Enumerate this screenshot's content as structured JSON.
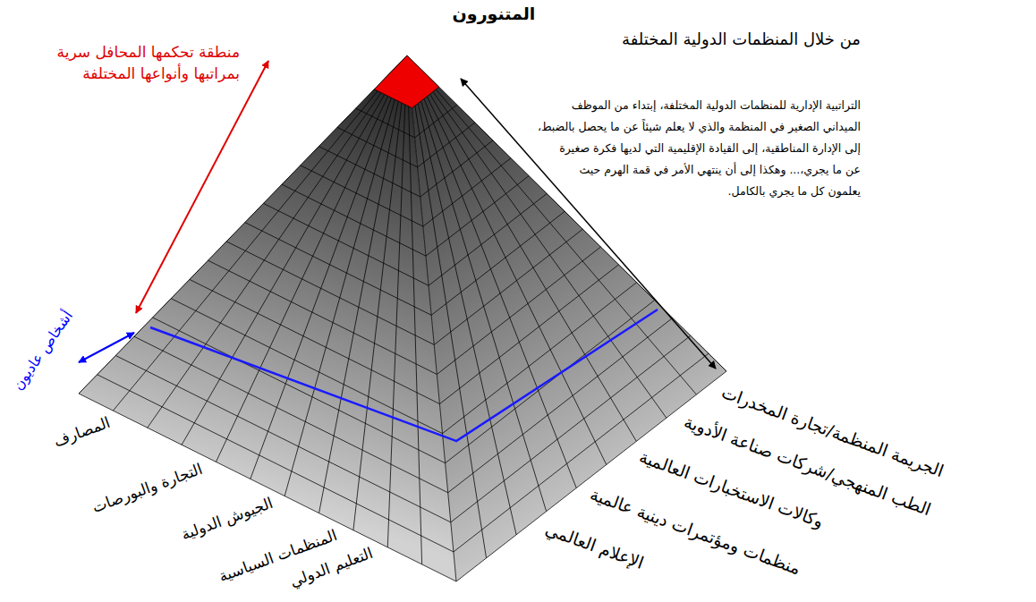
{
  "diagram": {
    "labels": [
      "المتنورون",
      "من خلال المنظمات الدولية المختلفة",
      "منطقة تحكمها المحافل سرية بمراتبها وأنواعها المختلفة",
      "أشخاص عاديون",
      "التراتبية الإدارية للمنظمات الدولية المختلفة، إبتداء من الموظف الميداني الصغير في المنظمة والذي لا يعلم شيئاً عن ما يحصل بالضبط، إلى الإدارة المناطقية، إلى القيادة الإقليمية التي لديها فكرة صغيرة عن ما يجري،... وهكذا إلى أن ينتهي الأمر في قمة الهرم حيث يعلمون كل ما يجري بالكامل.",
      "المصارف",
      "التجارة والبورصات",
      "الجيوش الدولية",
      "المنظمات السياسية",
      "التعليم الدولي",
      "الجريمة المنظمة/تجارة المخدرات",
      "الطب المنهجي/شركات صناعة الأدوية",
      "وكالات الاستخبارات العالمية",
      "منظمات ومؤتمرات دينية عالمية",
      "الإعلام العالمي"
    ]
  }
}
